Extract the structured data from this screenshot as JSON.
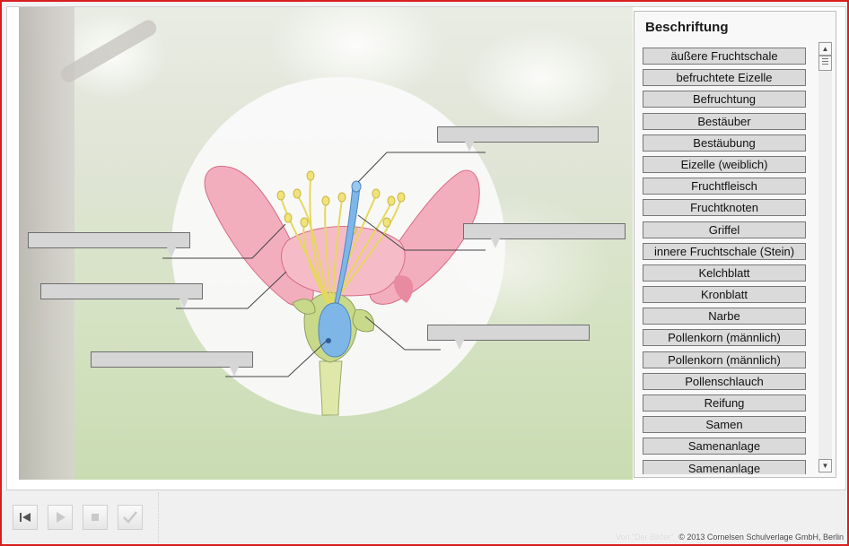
{
  "panel": {
    "title": "Beschriftung",
    "terms": [
      "äußere Fruchtschale",
      "befruchtete Eizelle",
      "Befruchtung",
      "Bestäuber",
      "Bestäubung",
      "Eizelle (weiblich)",
      "Fruchtfleisch",
      "Fruchtknoten",
      "Griffel",
      "innere Fruchtschale (Stein)",
      "Kelchblatt",
      "Kronblatt",
      "Narbe",
      "Pollenkorn (männlich)",
      "Pollenkorn (männlich)",
      "Pollenschlauch",
      "Reifung",
      "Samen",
      "Samenanlage",
      "Samenanlage"
    ]
  },
  "labels": [
    "",
    "",
    "",
    "",
    "",
    "",
    ""
  ],
  "controls": {
    "rewind": "rewind-icon",
    "play": "play-icon",
    "stop": "stop-icon",
    "check": "check-icon"
  },
  "footer": {
    "watermark": "Von \"Der Bilder\"",
    "copyright": "© 2013 Cornelsen Schulverlage GmbH, Berlin"
  },
  "colors": {
    "frame": "#d81e1e",
    "petal": "#f0a9b8",
    "stamen": "#e8df6a",
    "pistil": "#7fb6e8",
    "receptacle": "#c9d98a"
  }
}
